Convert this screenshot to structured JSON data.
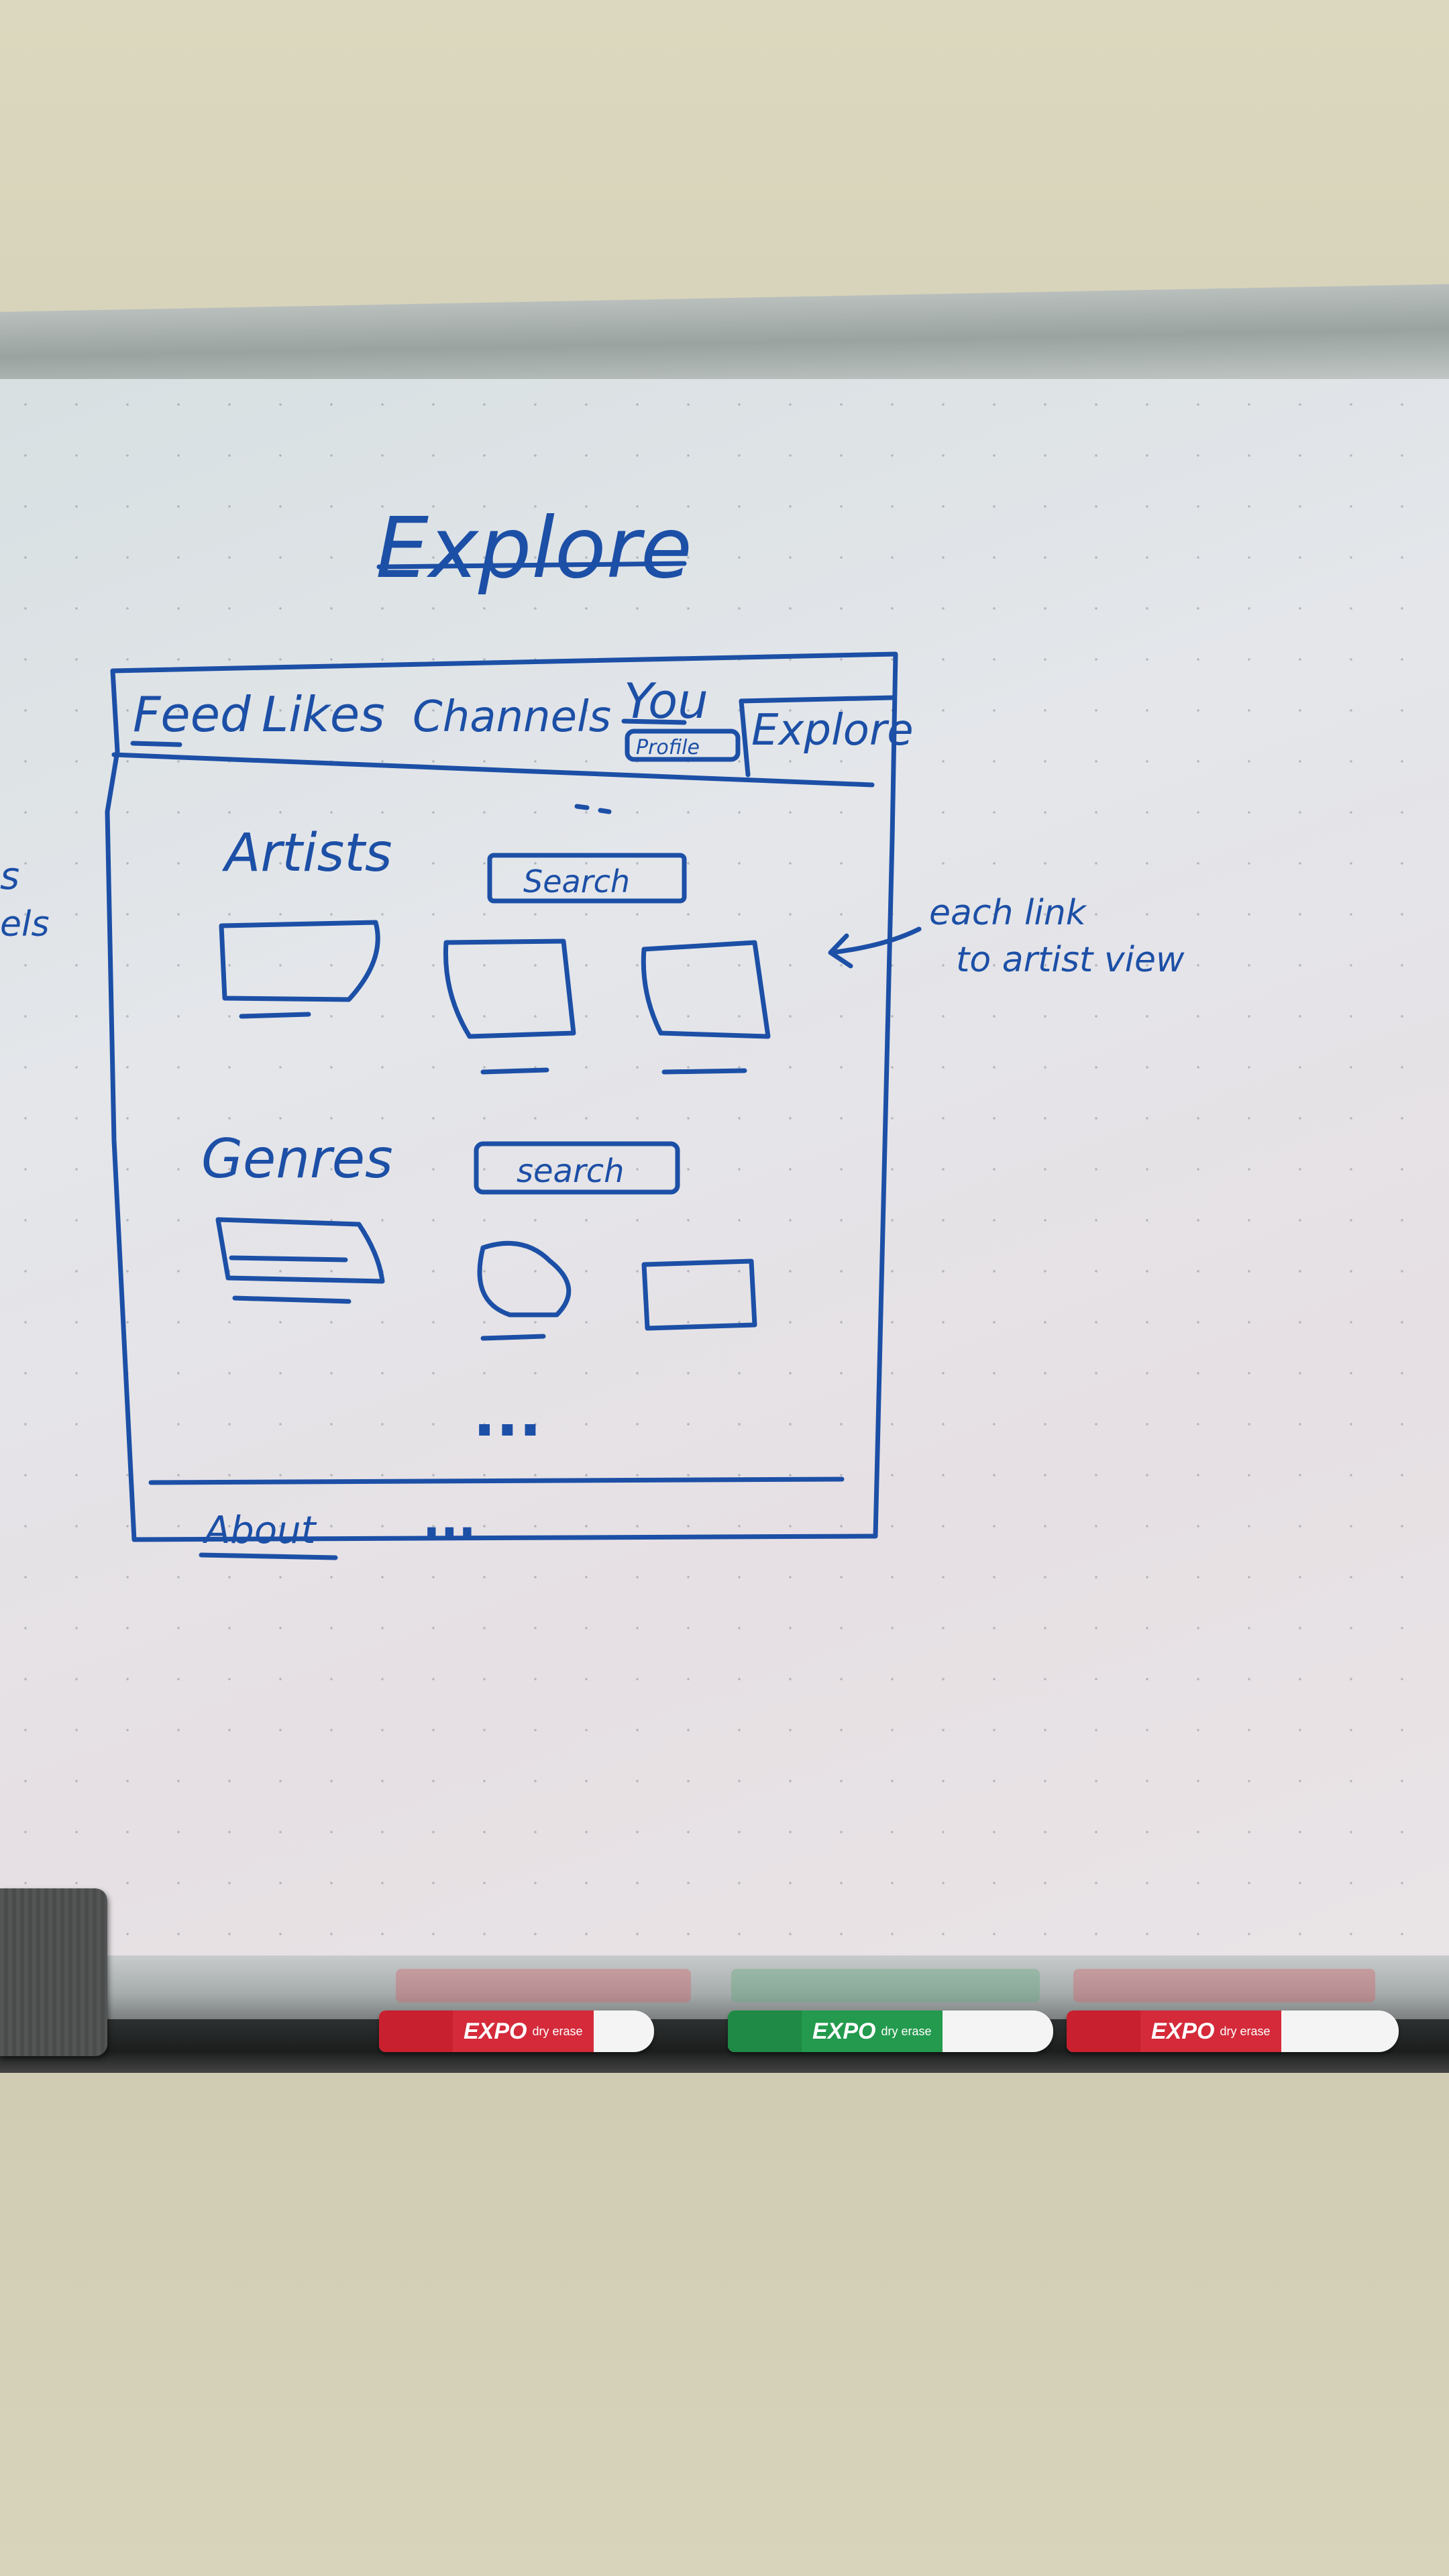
{
  "sketch": {
    "title": "Explore",
    "nav": [
      "Feed",
      "Likes",
      "Channels",
      "You",
      "Explore"
    ],
    "nav_sub": "Profile",
    "section_artists": "Artists",
    "section_genres": "Genres",
    "search_artists": "Search",
    "search_genres": "search",
    "annotation_line1": "each link",
    "annotation_line2": "to artist view",
    "ellipsis": "...",
    "footer_about": "About",
    "footer_more": "...",
    "left_edge_1": "s",
    "left_edge_2": "els"
  },
  "markers": [
    {
      "brand": "EXPO",
      "type": "dry erase",
      "cap_color": "#c8202e",
      "band_color": "#d42a3a"
    },
    {
      "brand": "EXPO",
      "type": "dry erase",
      "cap_color": "#1f8a45",
      "band_color": "#239a4d"
    },
    {
      "brand": "EXPO",
      "type": "dry erase",
      "cap_color": "#c8202e",
      "band_color": "#d42a3a"
    }
  ],
  "colors": {
    "ink": "#1c4fa6"
  }
}
